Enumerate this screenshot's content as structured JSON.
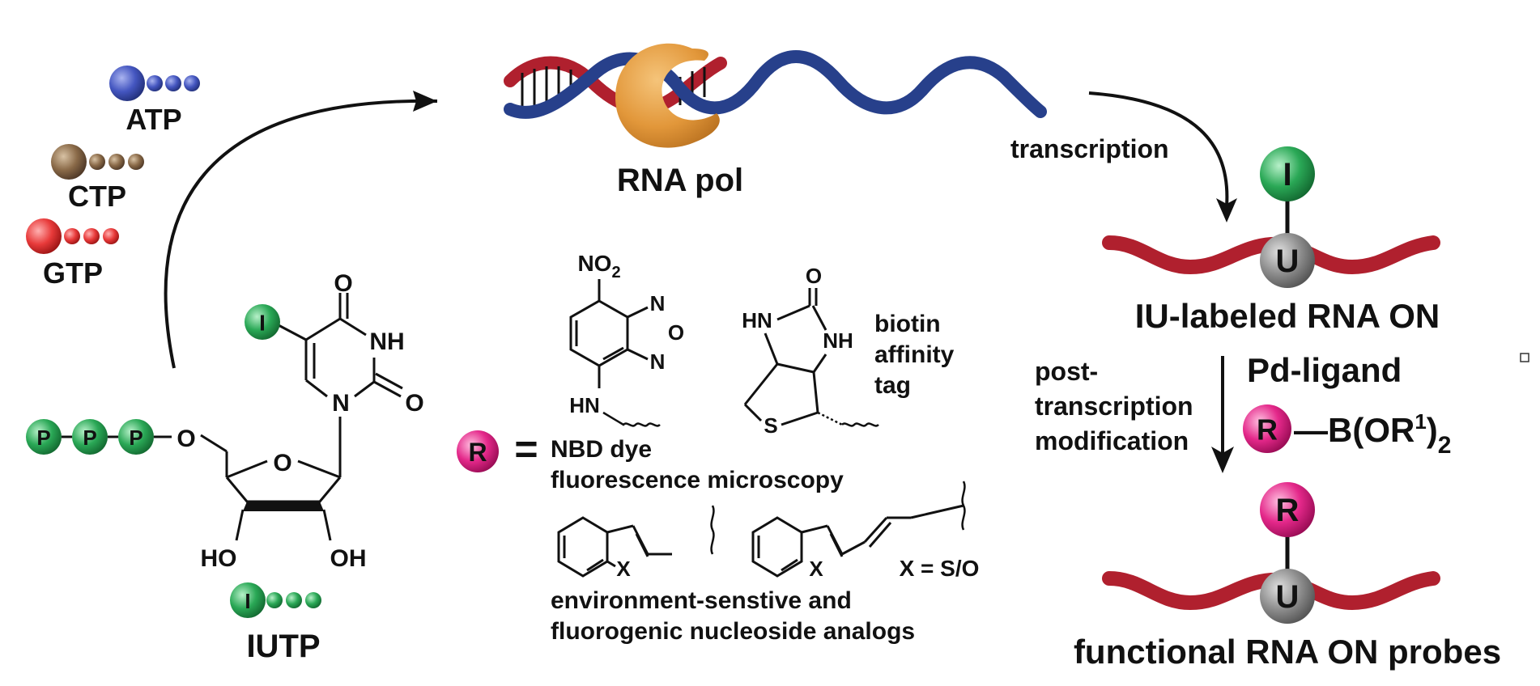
{
  "nucleotides": {
    "atp": "ATP",
    "ctp": "CTP",
    "gtp": "GTP",
    "iutp": "IUTP",
    "phosphate": "P",
    "iodo": "I",
    "colors": {
      "atp": "#3c4fb5",
      "ctp": "#7a5a3a",
      "gtp": "#e52b2b",
      "green": "#1f9a4a"
    }
  },
  "polymerase": {
    "label": "RNA pol",
    "colors": {
      "enzyme": "#e29a3c",
      "dna_red": "#b0202e",
      "dna_blue": "#27408b"
    }
  },
  "structure": {
    "o_top": "O",
    "nh": "NH",
    "o_right": "O",
    "n": "N",
    "o_ring": "O",
    "o_link": "O",
    "ho": "HO",
    "oh": "OH"
  },
  "substituents": {
    "no2_main": "NO",
    "no2_sub": "2",
    "nbd_n_top": "N",
    "nbd_o": "O",
    "nbd_n_bot": "N",
    "nbd_hn": "HN",
    "biotin_o": "O",
    "biotin_hn": "HN",
    "biotin_nh": "NH",
    "biotin_s": "S",
    "biotin_label": [
      "biotin",
      "affinity",
      "tag"
    ],
    "r_symbol": "R",
    "equals": "=",
    "nbd_label": "NBD dye",
    "nbd_sub": "fluorescence microscopy",
    "x1": "X",
    "x2": "X",
    "x_eq": "X = S/O",
    "analog_line1": "environment-senstive and",
    "analog_line2": "fluorogenic nucleoside analogs",
    "colors": {
      "magenta": "#e0197d"
    }
  },
  "right_panel": {
    "transcription": "transcription",
    "iodo": "I",
    "uridine": "U",
    "iu_label": "IU-labeled RNA ON",
    "post_lines": [
      "post-",
      "transcription",
      "modification"
    ],
    "pd_ligand": "Pd-ligand",
    "r": "R",
    "boronate_main": "—B(OR",
    "boronate_sup": "1",
    "boronate_close": ")",
    "boronate_sub": "2",
    "r2": "R",
    "uridine2": "U",
    "final_label": "functional RNA ON probes",
    "colors": {
      "rna": "#b0202e",
      "gray": "#8a8a8a"
    }
  }
}
